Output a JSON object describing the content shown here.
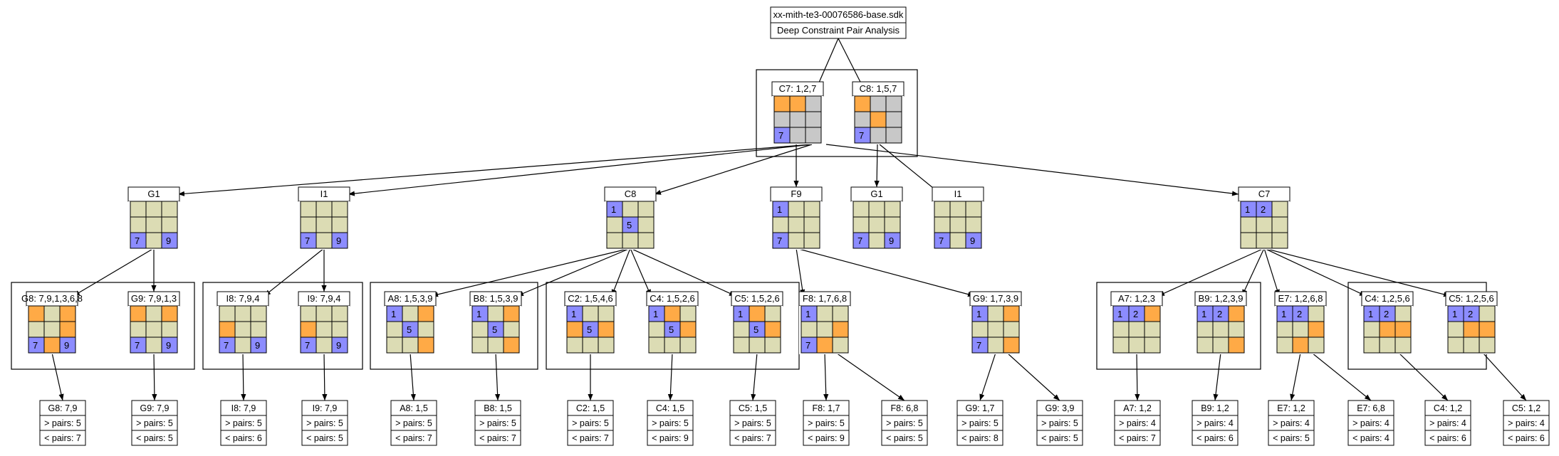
{
  "colors": {
    "empty": "#dcdcb4",
    "orange": "#ffaa46",
    "blue": "#8c8cff",
    "gray": "#c8c8c8",
    "line": "#000000"
  },
  "root": {
    "title": "xx-mith-te3-00076586-base.sdk",
    "subtitle": "Deep Constraint Pair Analysis"
  },
  "pair": {
    "cells": [
      {
        "id": "c7top",
        "label": "C7: 1,2,7",
        "grid": [
          "O",
          "O",
          "G",
          "G",
          "G",
          "G",
          "B7",
          "G",
          "G"
        ]
      },
      {
        "id": "c8top",
        "label": "C8: 1,5,7",
        "grid": [
          "O",
          "G",
          "G",
          "G",
          "O",
          "G",
          "B7",
          "G",
          "G"
        ]
      }
    ]
  },
  "level2": [
    {
      "id": "g1a",
      "label": "G1",
      "grid": [
        "E",
        "E",
        "E",
        "E",
        "E",
        "E",
        "B7",
        "E",
        "B9"
      ]
    },
    {
      "id": "i1a",
      "label": "I1",
      "grid": [
        "E",
        "E",
        "E",
        "E",
        "E",
        "E",
        "B7",
        "E",
        "B9"
      ]
    },
    {
      "id": "c8a",
      "label": "C8",
      "grid": [
        "B1",
        "E",
        "E",
        "E",
        "B5",
        "E",
        "E",
        "E",
        "E"
      ]
    },
    {
      "id": "f9",
      "label": "F9",
      "grid": [
        "B1",
        "E",
        "E",
        "E",
        "E",
        "E",
        "B7",
        "E",
        "E"
      ]
    },
    {
      "id": "g1b",
      "label": "G1",
      "grid": [
        "E",
        "E",
        "E",
        "E",
        "E",
        "E",
        "B7",
        "E",
        "B9"
      ]
    },
    {
      "id": "i1b",
      "label": "I1",
      "grid": [
        "E",
        "E",
        "E",
        "E",
        "E",
        "E",
        "B7",
        "E",
        "B9"
      ]
    },
    {
      "id": "c7b",
      "label": "C7",
      "grid": [
        "B1",
        "B2",
        "E",
        "E",
        "E",
        "E",
        "E",
        "E",
        "E"
      ]
    }
  ],
  "level3": [
    {
      "id": "g8",
      "parent": "g1a",
      "label": "G8: 7,9,1,3,6,8",
      "grid": [
        "O",
        "E",
        "O",
        "E",
        "E",
        "O",
        "B7",
        "O",
        "B9"
      ]
    },
    {
      "id": "g9",
      "parent": "g1a",
      "label": "G9: 7,9,1,3",
      "grid": [
        "O",
        "E",
        "O",
        "E",
        "E",
        "E",
        "B7",
        "E",
        "B9"
      ]
    },
    {
      "id": "i8",
      "parent": "i1a",
      "label": "I8: 7,9,4",
      "grid": [
        "E",
        "E",
        "E",
        "O",
        "E",
        "E",
        "B7",
        "E",
        "B9"
      ]
    },
    {
      "id": "i9",
      "parent": "i1a",
      "label": "I9: 7,9,4",
      "grid": [
        "E",
        "E",
        "E",
        "O",
        "E",
        "E",
        "B7",
        "E",
        "B9"
      ]
    },
    {
      "id": "a8",
      "parent": "c8a",
      "label": "A8: 1,5,3,9",
      "grid": [
        "B1",
        "E",
        "O",
        "E",
        "B5",
        "E",
        "E",
        "E",
        "O"
      ]
    },
    {
      "id": "b8",
      "parent": "c8a",
      "label": "B8: 1,5,3,9",
      "grid": [
        "B1",
        "E",
        "O",
        "E",
        "B5",
        "E",
        "E",
        "E",
        "O"
      ]
    },
    {
      "id": "c2",
      "parent": "c8a",
      "label": "C2: 1,5,4,6",
      "grid": [
        "B1",
        "E",
        "E",
        "O",
        "B5",
        "O",
        "E",
        "E",
        "E"
      ]
    },
    {
      "id": "c4",
      "parent": "c8a",
      "label": "C4: 1,5,2,6",
      "grid": [
        "B1",
        "O",
        "E",
        "E",
        "B5",
        "O",
        "E",
        "E",
        "E"
      ]
    },
    {
      "id": "c5",
      "parent": "c8a",
      "label": "C5: 1,5,2,6",
      "grid": [
        "B1",
        "O",
        "E",
        "E",
        "B5",
        "O",
        "E",
        "E",
        "E"
      ]
    },
    {
      "id": "f8",
      "parent": "f9",
      "label": "F8: 1,7,6,8",
      "grid": [
        "B1",
        "E",
        "E",
        "E",
        "E",
        "O",
        "B7",
        "O",
        "E"
      ]
    },
    {
      "id": "g9b",
      "parent": "f9",
      "label": "G9: 1,7,3,9",
      "grid": [
        "B1",
        "E",
        "O",
        "E",
        "E",
        "E",
        "B7",
        "E",
        "O"
      ]
    },
    {
      "id": "a7",
      "parent": "c7b",
      "label": "A7: 1,2,3",
      "grid": [
        "B1",
        "B2",
        "O",
        "E",
        "E",
        "E",
        "E",
        "E",
        "E"
      ]
    },
    {
      "id": "b9",
      "parent": "c7b",
      "label": "B9: 1,2,3,9",
      "grid": [
        "B1",
        "B2",
        "O",
        "E",
        "E",
        "E",
        "E",
        "E",
        "O"
      ]
    },
    {
      "id": "e7",
      "parent": "c7b",
      "label": "E7: 1,2,6,8",
      "grid": [
        "B1",
        "B2",
        "E",
        "E",
        "E",
        "O",
        "E",
        "O",
        "E"
      ]
    },
    {
      "id": "c4b",
      "parent": "c7b",
      "label": "C4: 1,2,5,6",
      "grid": [
        "B1",
        "B2",
        "E",
        "E",
        "O",
        "O",
        "E",
        "E",
        "E"
      ]
    },
    {
      "id": "c5b",
      "parent": "c7b",
      "label": "C5: 1,2,5,6",
      "grid": [
        "B1",
        "B2",
        "E",
        "E",
        "O",
        "O",
        "E",
        "E",
        "E"
      ]
    }
  ],
  "level4": [
    {
      "id": "l_g8",
      "parent": "g8",
      "title": "G8: 7,9",
      "gt": "> pairs: 5",
      "lt": "< pairs: 7"
    },
    {
      "id": "l_g9",
      "parent": "g9",
      "title": "G9: 7,9",
      "gt": "> pairs: 5",
      "lt": "< pairs: 5"
    },
    {
      "id": "l_i8",
      "parent": "i8",
      "title": "I8: 7,9",
      "gt": "> pairs: 5",
      "lt": "< pairs: 6"
    },
    {
      "id": "l_i9",
      "parent": "i9",
      "title": "I9: 7,9",
      "gt": "> pairs: 5",
      "lt": "< pairs: 5"
    },
    {
      "id": "l_a8",
      "parent": "a8",
      "title": "A8: 1,5",
      "gt": "> pairs: 5",
      "lt": "< pairs: 7"
    },
    {
      "id": "l_b8",
      "parent": "b8",
      "title": "B8: 1,5",
      "gt": "> pairs: 5",
      "lt": "< pairs: 7"
    },
    {
      "id": "l_c2",
      "parent": "c2",
      "title": "C2: 1,5",
      "gt": "> pairs: 5",
      "lt": "< pairs: 7"
    },
    {
      "id": "l_c4",
      "parent": "c4",
      "title": "C4: 1,5",
      "gt": "> pairs: 5",
      "lt": "< pairs: 9"
    },
    {
      "id": "l_c5",
      "parent": "c5",
      "title": "C5: 1,5",
      "gt": "> pairs: 5",
      "lt": "< pairs: 7"
    },
    {
      "id": "l_f8a",
      "parent": "f8",
      "title": "F8: 1,7",
      "gt": "> pairs: 5",
      "lt": "< pairs: 9"
    },
    {
      "id": "l_f8b",
      "parent": "f8",
      "title": "F8: 6,8",
      "gt": "> pairs: 5",
      "lt": "< pairs: 5"
    },
    {
      "id": "l_g9a",
      "parent": "g9b",
      "title": "G9: 1,7",
      "gt": "> pairs: 5",
      "lt": "< pairs: 8"
    },
    {
      "id": "l_g9c",
      "parent": "g9b",
      "title": "G9: 3,9",
      "gt": "> pairs: 5",
      "lt": "< pairs: 5"
    },
    {
      "id": "l_a7",
      "parent": "a7",
      "title": "A7: 1,2",
      "gt": "> pairs: 4",
      "lt": "< pairs: 7"
    },
    {
      "id": "l_b9",
      "parent": "b9",
      "title": "B9: 1,2",
      "gt": "> pairs: 4",
      "lt": "< pairs: 6"
    },
    {
      "id": "l_e7a",
      "parent": "e7",
      "title": "E7: 1,2",
      "gt": "> pairs: 4",
      "lt": "< pairs: 5"
    },
    {
      "id": "l_e7b",
      "parent": "e7",
      "title": "E7: 6,8",
      "gt": "> pairs: 4",
      "lt": "< pairs: 4"
    },
    {
      "id": "l_c4b",
      "parent": "c4b",
      "title": "C4: 1,2",
      "gt": "> pairs: 4",
      "lt": "< pairs: 6"
    },
    {
      "id": "l_c5b",
      "parent": "c5b",
      "title": "C5: 1,2",
      "gt": "> pairs: 4",
      "lt": "< pairs: 6"
    }
  ]
}
